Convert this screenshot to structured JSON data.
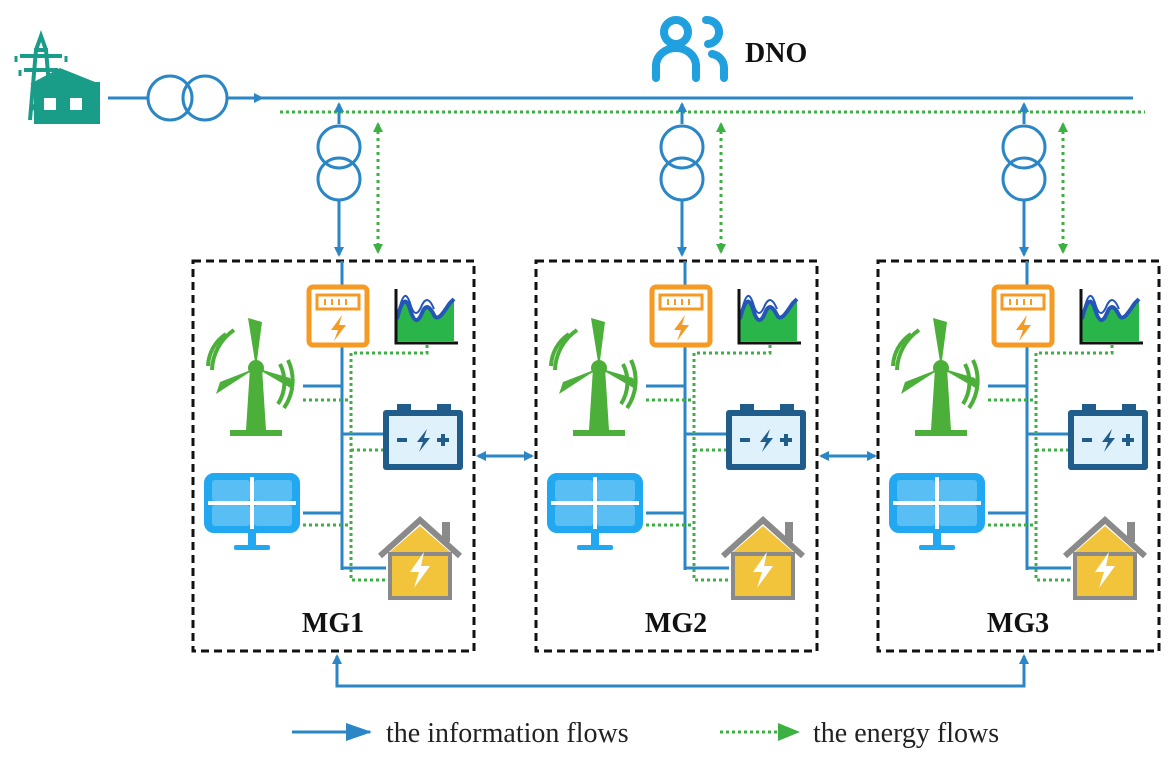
{
  "operator": {
    "label": "DNO"
  },
  "microgrids": [
    {
      "label": "MG1"
    },
    {
      "label": "MG2"
    },
    {
      "label": "MG3"
    }
  ],
  "legend": {
    "information": "the information flows",
    "energy": "the energy flows"
  },
  "colors": {
    "information": "#2b86c5",
    "energy": "#3cb043",
    "pylon": "#199c88",
    "wind": "#4caf3a",
    "solar": "#21a8f0",
    "meter": "#f59a23",
    "battery": "#215d8b",
    "house": "#f2c43c",
    "curve_fill": "#2ab54a",
    "curve_top": "#2456b8"
  },
  "icons": {
    "grid": "power-pylon-with-building-icon",
    "transformer": "transformer-icon",
    "operator": "people-icon",
    "meter": "smart-meter-icon",
    "forecast": "load-curve-icon",
    "wind": "wind-turbine-icon",
    "solar": "solar-panel-icon",
    "battery": "battery-icon",
    "home": "smart-home-icon"
  }
}
